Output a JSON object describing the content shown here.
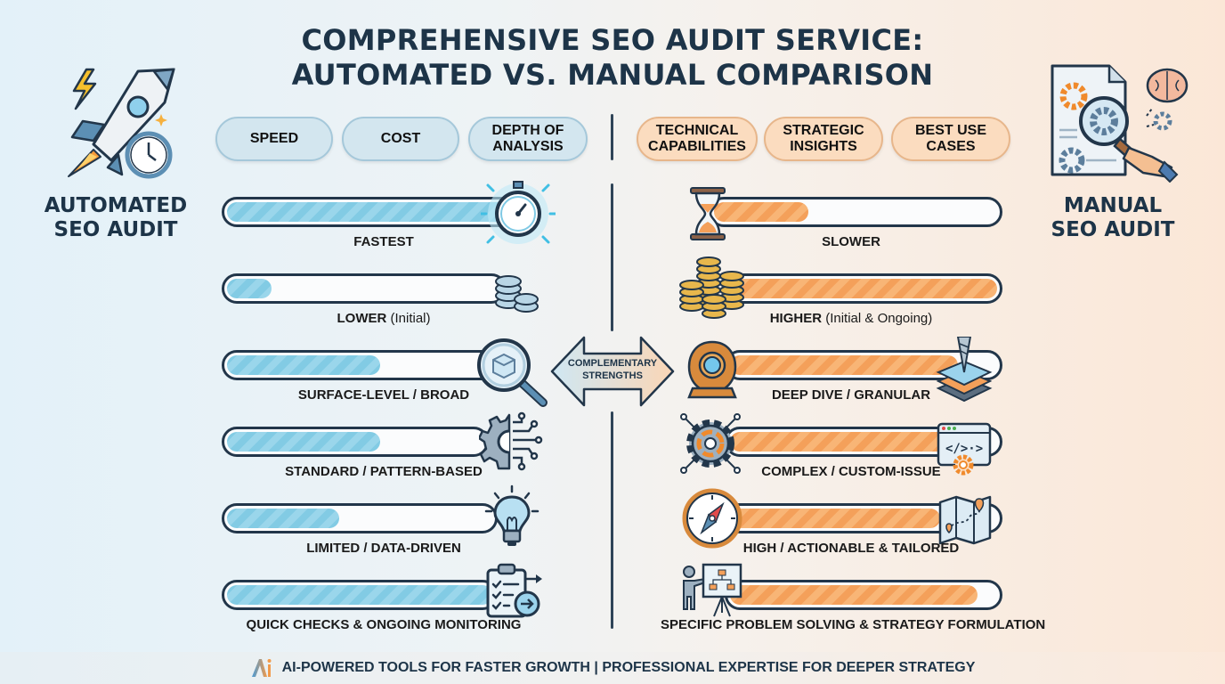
{
  "title": {
    "line1": "COMPREHENSIVE SEO AUDIT SERVICE:",
    "line2": "AUTOMATED VS. MANUAL COMPARISON"
  },
  "left_panel": {
    "title_line1": "AUTOMATED",
    "title_line2": "SEO AUDIT",
    "icon": "rocket-clock-icon"
  },
  "right_panel": {
    "title_line1": "MANUAL",
    "title_line2": "SEO AUDIT",
    "icon": "document-magnifier-brain-icon"
  },
  "categories": {
    "left": [
      {
        "label_line1": "SPEED",
        "label_line2": ""
      },
      {
        "label_line1": "COST",
        "label_line2": ""
      },
      {
        "label_line1": "DEPTH OF",
        "label_line2": "ANALYSIS"
      }
    ],
    "right": [
      {
        "label_line1": "TECHNICAL",
        "label_line2": "CAPABILITIES"
      },
      {
        "label_line1": "STRATEGIC",
        "label_line2": "INSIGHTS"
      },
      {
        "label_line1": "BEST USE",
        "label_line2": "CASES"
      }
    ]
  },
  "center": {
    "line1": "COMPLEMENTARY",
    "line2": "STRENGTHS"
  },
  "colors": {
    "automated_accent": "#82cbe4",
    "manual_accent": "#f4a05a",
    "title": "#1d3448"
  },
  "automated_rows": [
    {
      "label": "FASTEST",
      "sub": "",
      "fill_pct": 100,
      "icon": "stopwatch-icon"
    },
    {
      "label": "LOWER",
      "sub": " (Initial)",
      "fill_pct": 16,
      "icon": "coins-icon"
    },
    {
      "label": "SURFACE-LEVEL / BROAD",
      "sub": "",
      "fill_pct": 49,
      "icon": "magnifier-cube-icon"
    },
    {
      "label": "STANDARD / PATTERN-BASED",
      "sub": "",
      "fill_pct": 49,
      "icon": "gear-circuit-icon"
    },
    {
      "label": "LIMITED / DATA-DRIVEN",
      "sub": "",
      "fill_pct": 37,
      "icon": "lightbulb-icon"
    },
    {
      "label": "QUICK CHECKS & ONGOING MONITORING",
      "sub": "",
      "fill_pct": 100,
      "icon": "clipboard-checklist-icon"
    }
  ],
  "manual_rows": [
    {
      "label": "SLOWER",
      "sub": "",
      "fill_pct": 28,
      "icon": "hourglass-icon"
    },
    {
      "label": "HIGHER",
      "sub": " (Initial & Ongoing)",
      "fill_pct": 100,
      "icon": "coin-stacks-icon"
    },
    {
      "label": "DEEP DIVE / GRANULAR",
      "sub": "",
      "fill_pct": 100,
      "icon": "diving-helmet-drill-layers-icon"
    },
    {
      "label": "COMPLEX / CUSTOM-ISSUE",
      "sub": "",
      "fill_pct": 100,
      "icon": "gear-code-window-icon"
    },
    {
      "label": "HIGH / ACTIONABLE & TAILORED",
      "sub": "",
      "fill_pct": 100,
      "icon": "compass-map-icon"
    },
    {
      "label": "SPECIFIC PROBLEM SOLVING & STRATEGY FORMULATION",
      "sub": "",
      "fill_pct": 88,
      "icon": "presenter-chart-icon"
    }
  ],
  "footer": {
    "logo": "Ai",
    "text": "AI-POWERED TOOLS FOR FASTER GROWTH | PROFESSIONAL EXPERTISE FOR DEEPER STRATEGY"
  }
}
